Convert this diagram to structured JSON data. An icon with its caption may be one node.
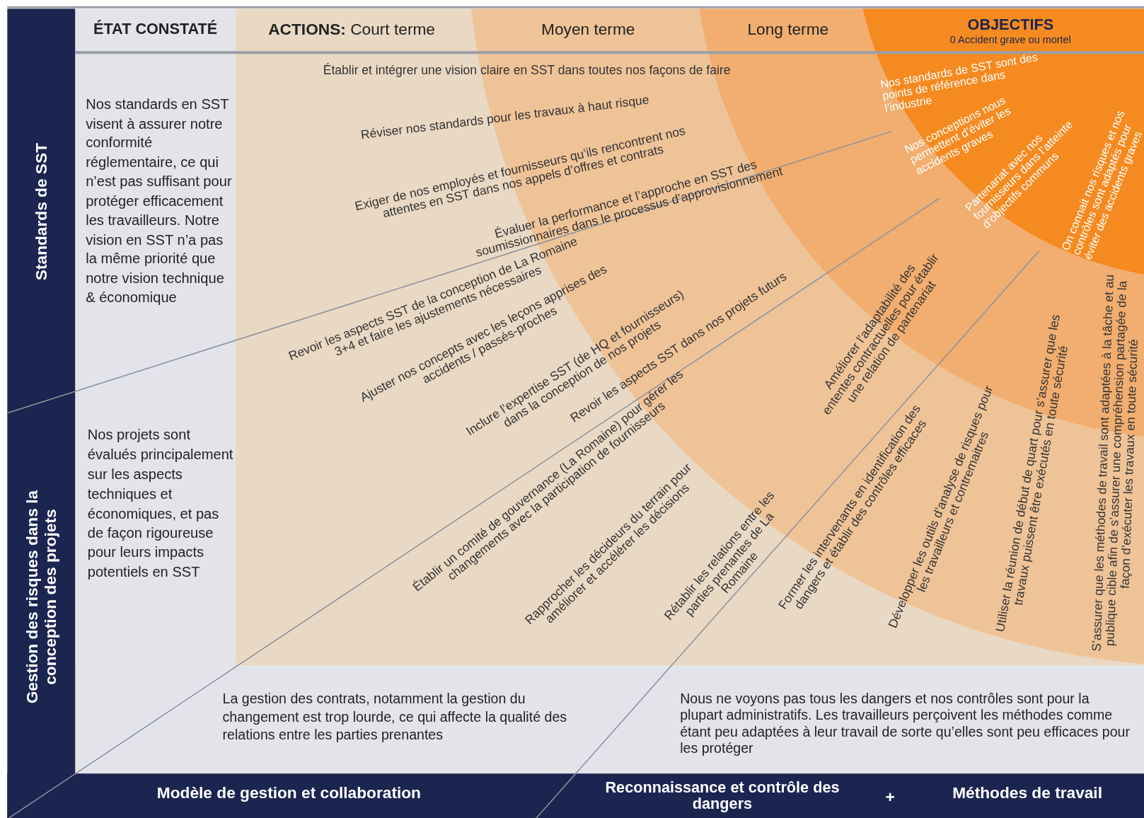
{
  "diagram": {
    "labels": [
      "ÉTAT  CONSTATÉ",
      "**ACTIONS:** Court terme",
      "Moyen terme",
      "Long terme",
      "OBJECTIFS",
      "0 Accident grave ou mortel",
      "Standards de SST",
      "Nos standards en SST visent à assurer notre conformité réglementaire, ce qui n’est pas suffisant pour protéger efficacement les travailleurs. Notre vision en SST n’a pas la même priorité que notre vision technique & économique",
      "Établir et intégrer une vision claire en SST dans toutes nos façons de faire",
      "Réviser nos standards pour les travaux à haut risque",
      "Exiger de nos employés et fournisseurs qu’ils rencontrent nos attentes en SST dans nos appels d’offres et contrats",
      "Évaluer la performance et l’approche en SST des soumissionnaires dans le processus d’approvisionnement",
      "Nos standards de SST sont des points de référence dans l’industrie",
      "Nos conceptions nous permettent d’éviter les accidents graves",
      "Partenariat avec nos fournisseurs dans l’atteinte d’objectifs communs",
      "On connait nos risques et nos contrôles sont adaptés pour éviter des accidents graves",
      "Revoir les aspects SST de la conception de La Romaine 3+4 et faire les ajustements nécessaires",
      "Ajuster nos concepts avec les leçons apprises des accidents / passés-proches",
      "Inclure l’expertise SST (de HQ et fournisseurs) dans la conception de nos projets",
      "Revoir les aspects SST dans nos projets futurs",
      "Améliorer l’adaptabilité des ententes contractuelles pour établir une relation de partenariat",
      "Gestion des risques dans la conception des projets",
      "Nos projets sont évalués principalement sur les aspects techniques et économiques, et pas de façon rigoureuse pour leurs impacts potentiels en SST",
      "Établir un comité de gouvernance (La Romaine) pour gérer les changements avec la participation de fournisseurs",
      "Rapprocher les décideurs du terrain pour améliorer et accélérer les décisions",
      "Rétablir les relations entre les parties prenantes de La Romaine",
      "Former les intervenants en identification des dangers et établir des contrôles efficaces",
      "Développer les outils d’analyse de risques pour les travailleurs et contremaitres",
      "Utiliser la réunion de début de quart pour s’assurer que les travaux puissent être exécutés en toute sécurité",
      "S’assurer que les méthodes de travail sont adaptées à la tâche et au publique cible afin de s’assurer une compréhension partagée de la façon d’exécuter les travaux en toute sécurité",
      "La gestion des contrats, notamment la gestion du changement est trop lourde, ce qui affecte la qualité des relations entre les parties prenantes",
      "Nous ne voyons pas tous les dangers et nos contrôles sont pour la plupart administratifs. Les travailleurs perçoivent les méthodes comme étant peu adaptées à leur travail de sorte qu’elles sont peu efficaces pour les protéger",
      "Modèle de gestion et collaboration",
      "Reconnaissance et contrôle des dangers",
      "+",
      "Méthodes de travail"
    ]
  }
}
